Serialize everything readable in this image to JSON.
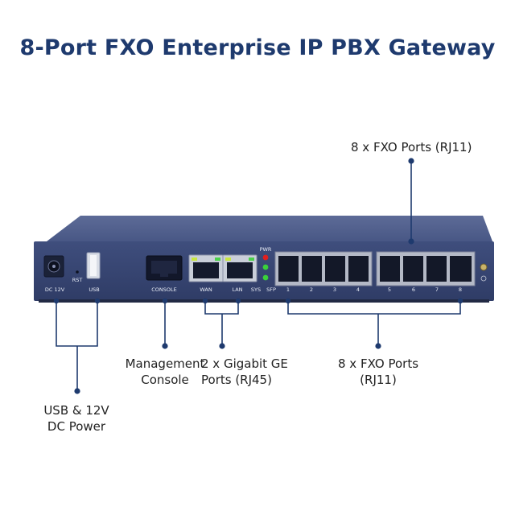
{
  "title": "8-Port FXO Enterprise IP PBX Gateway",
  "callouts": {
    "fxo_top": "8 x FXO Ports (RJ11)",
    "management": [
      "Management",
      "Console"
    ],
    "gigabit": [
      "2 x Gigabit GE",
      "Ports (RJ45)"
    ],
    "fxo_bottom": [
      "8 x FXO Ports",
      "(RJ11)"
    ],
    "usb_power": [
      "USB & 12V",
      "DC Power"
    ]
  },
  "device_labels": {
    "dc": "DC 12V",
    "rst": "RST",
    "usb": "USB",
    "console": "CONSOLE",
    "wan": "WAN",
    "lan": "LAN",
    "pwr": "PWR",
    "sys": "SYS",
    "sfp": "SFP",
    "ports": [
      "1",
      "2",
      "3",
      "4",
      "5",
      "6",
      "7",
      "8"
    ]
  },
  "colors": {
    "title": "#1e3a6e",
    "device_body": "#3d4c7a",
    "callout_line": "#1e3a6e",
    "led_power": "#e02020",
    "led_status": "#3ad13a"
  }
}
